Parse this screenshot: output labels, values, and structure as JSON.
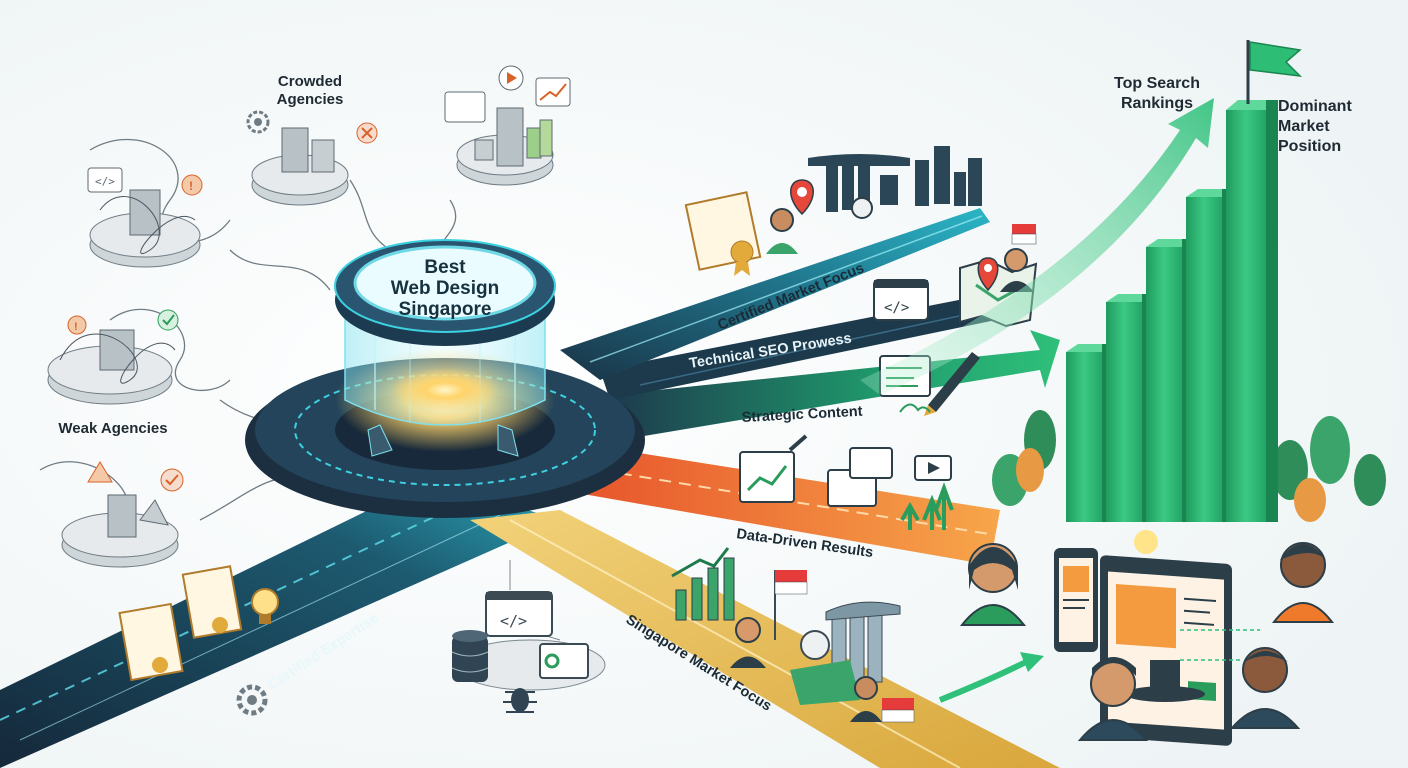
{
  "hub": {
    "title_lines": [
      "Best",
      "Web Design",
      "Singapore"
    ]
  },
  "left_labels": {
    "crowded": [
      "Crowded",
      "Agencies"
    ],
    "weak": "Weak Agencies"
  },
  "paths": {
    "certified_market_focus": "Certified Market Focus",
    "technical_seo": "Technical SEO Prowess",
    "strategic_content": "Strategic Content",
    "data_driven": "Data-Driven Results",
    "singapore_market": "Singapore Market Focus",
    "certified_expertise": "Certified Expertise"
  },
  "outcomes": {
    "top_search": [
      "Top Search",
      "Rankings"
    ],
    "dominant": [
      "Dominant",
      "Market",
      "Position"
    ]
  },
  "colors": {
    "teal": "#22a3b8",
    "navy": "#1d3a4d",
    "green": "#23b36b",
    "orange": "#f07a2c",
    "gold": "#e6b94a",
    "chart_green": "#2fae6a"
  },
  "icons": [
    "gear-icon",
    "code-icon",
    "alert-icon",
    "check-icon",
    "cross-icon",
    "lightbulb-icon",
    "certificate-icon",
    "flag-icon",
    "map-pin-icon",
    "pen-icon",
    "chart-icon",
    "monitor-icon",
    "phone-icon",
    "person-icon",
    "database-icon",
    "bug-icon"
  ]
}
